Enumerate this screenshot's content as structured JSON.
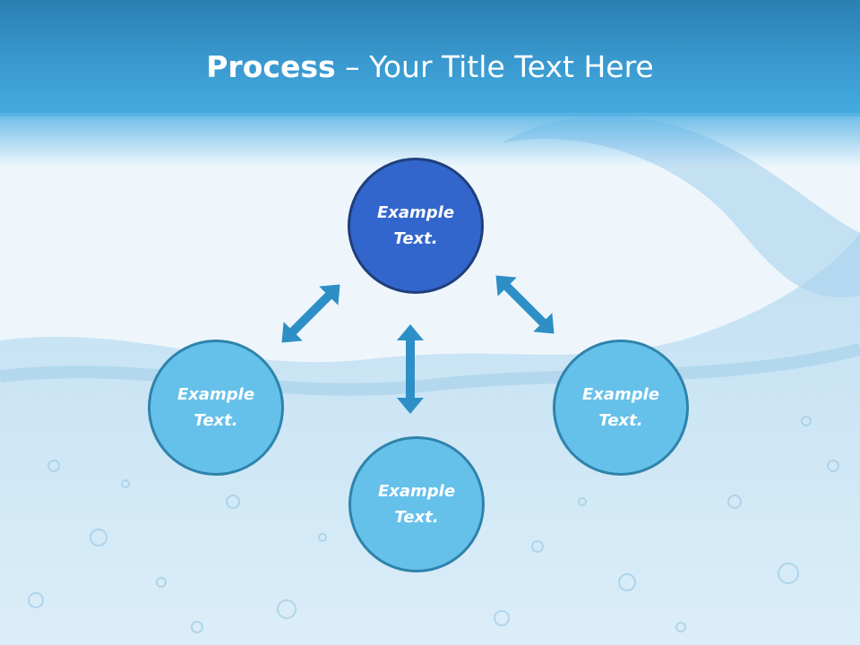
{
  "title": {
    "bold": "Process",
    "rest": " – Your Title Text Here"
  },
  "nodes": [
    {
      "line1": "Example",
      "line2": "Text."
    },
    {
      "line1": "Example",
      "line2": "Text."
    },
    {
      "line1": "Example",
      "line2": "Text."
    },
    {
      "line1": "Example",
      "line2": "Text."
    }
  ],
  "colors": {
    "header": "#3a9ad0",
    "top_node": "#3366cc",
    "light_node": "#66c1ea",
    "arrow": "#2e8fc6"
  }
}
